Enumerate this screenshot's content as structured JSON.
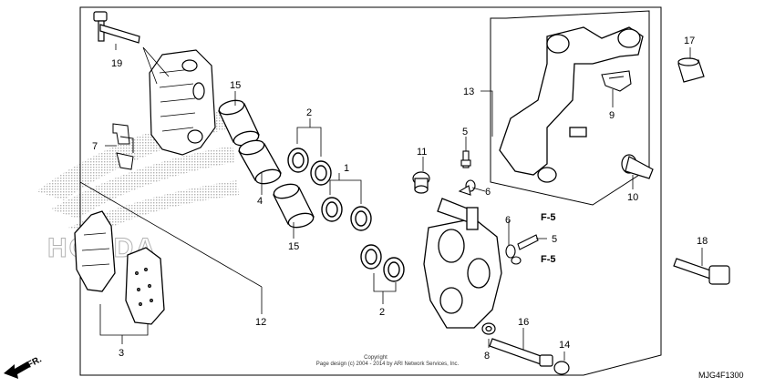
{
  "callouts": {
    "c19": "19",
    "c15a": "15",
    "c2a": "2",
    "c7": "7",
    "c5a": "5",
    "c11": "11",
    "c1": "1",
    "c4": "4",
    "c6a": "6",
    "c15b": "15",
    "c6b": "6",
    "c5b": "5",
    "c13": "13",
    "c9": "9",
    "c17": "17",
    "c10": "10",
    "c18": "18",
    "c12": "12",
    "c3": "3",
    "c2b": "2",
    "c16": "16",
    "c8": "8",
    "c14": "14"
  },
  "refs": {
    "f5a": "F-5",
    "f5b": "F-5"
  },
  "direction_label": "FR.",
  "copyright_line1": "Copyright",
  "copyright_line2": "Page design (c) 2004 - 2014 by ARI Network Services, Inc.",
  "diagram_code": "MJG4F1300",
  "watermark_text": "HONDA"
}
